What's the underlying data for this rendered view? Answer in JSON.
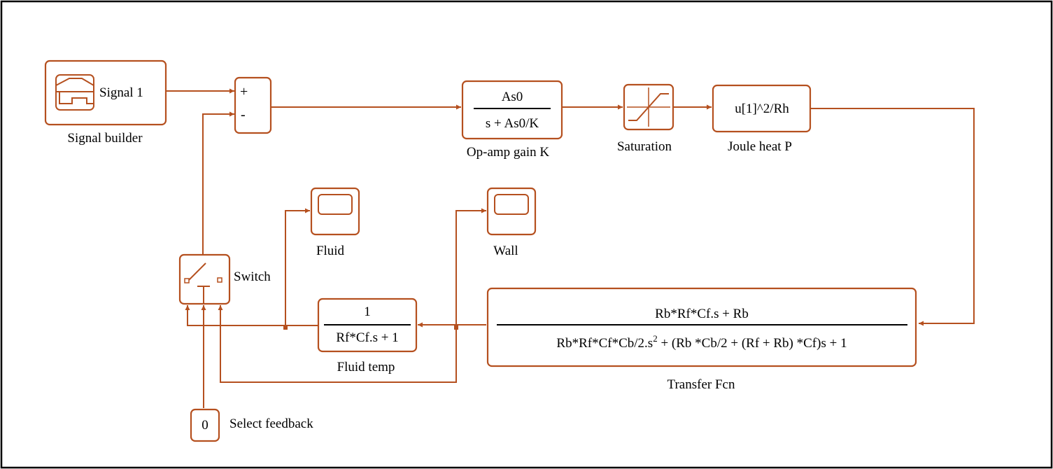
{
  "colors": {
    "block_stroke": "#b5501f",
    "frame": "#000000",
    "text": "#000000"
  },
  "blocks": {
    "signal_builder": {
      "port_label": "Signal 1",
      "caption": "Signal builder",
      "icon": "signal-builder-icon"
    },
    "sum": {
      "plus": "+",
      "minus": "-"
    },
    "opamp": {
      "numerator": "As0",
      "denominator": "s + As0/K",
      "caption": "Op-amp gain K"
    },
    "saturation": {
      "caption": "Saturation",
      "icon": "saturation-icon"
    },
    "joule": {
      "expression": "u[1]^2/Rh",
      "caption": "Joule heat P"
    },
    "scope_fluid": {
      "caption": "Fluid",
      "icon": "scope-icon"
    },
    "scope_wall": {
      "caption": "Wall",
      "icon": "scope-icon"
    },
    "switch": {
      "caption": "Switch",
      "icon": "switch-icon"
    },
    "fluid_temp": {
      "numerator": "1",
      "denominator": "Rf*Cf.s + 1",
      "caption": "Fluid temp"
    },
    "transfer_fcn": {
      "numerator": "Rb*Rf*Cf.s + Rb",
      "denominator_a": "Rb*Rf*Cf*Cb/2.s",
      "denominator_exp": "2",
      "denominator_b": " + (Rb *Cb/2 + (Rf + Rb) *Cf)s + 1",
      "caption": "Transfer Fcn"
    },
    "constant": {
      "value": "0",
      "caption": "Select feedback"
    }
  }
}
